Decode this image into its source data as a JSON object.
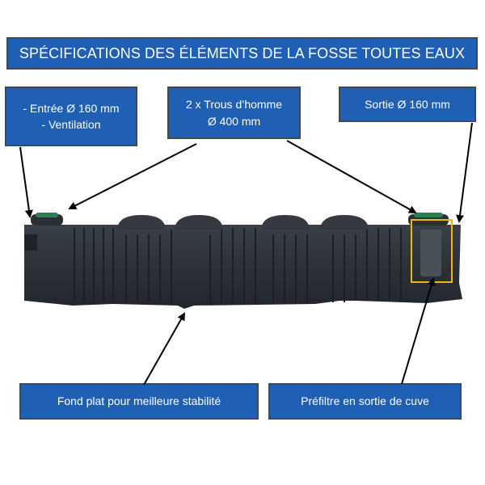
{
  "title": "SPÉCIFICATIONS DES ÉLÉMENTS DE LA FOSSE TOUTES EAUX",
  "labels": {
    "inlet": {
      "line1": "- Entrée Ø 160 mm",
      "line2": "- Ventilation"
    },
    "manholes": {
      "line1": "2 x Trous d’homme",
      "line2": "Ø 400 mm"
    },
    "outlet": "Sortie Ø 160 mm",
    "base": "Fond plat pour meilleure stabilité",
    "prefilter": "Préfiltre en sortie de cuve"
  },
  "colors": {
    "label_fill": "#1f5fb4",
    "label_border": "#3f4a57",
    "tank_body": "#2c3138",
    "manhole_lid": "#2f7d55",
    "highlight": "#f2b705",
    "arrow": "#000000"
  }
}
